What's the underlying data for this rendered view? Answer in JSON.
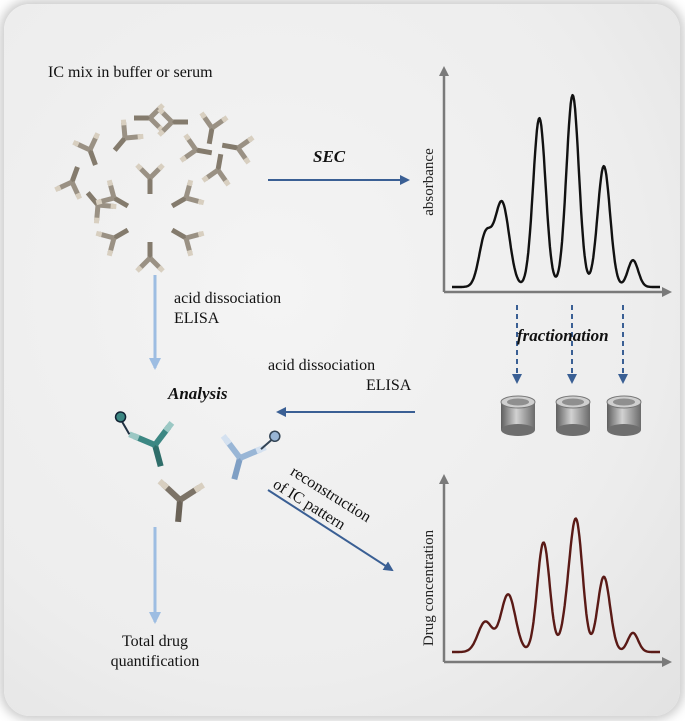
{
  "labels": {
    "ic_mix": "IC mix in buffer or serum",
    "sec": "SEC",
    "acid_dissociation_left": "acid dissociation",
    "elisa_left": "ELISA",
    "fractionation": "fractionation",
    "acid_dissociation_right": "acid dissociation",
    "elisa_right": "ELISA",
    "analysis": "Analysis",
    "reconstruction_line1": "reconstruction",
    "reconstruction_line2": "of IC pattern",
    "total_drug_line1": "Total drug",
    "total_drug_line2": "quantification"
  },
  "chart_data": [
    {
      "type": "line",
      "ylabel": "absorbance",
      "xlabel": "",
      "series_color": "#111111",
      "peaks": [
        {
          "x": 0.16,
          "height": 0.26,
          "width": 0.03
        },
        {
          "x": 0.24,
          "height": 0.44,
          "width": 0.035
        },
        {
          "x": 0.42,
          "height": 0.88,
          "width": 0.03
        },
        {
          "x": 0.58,
          "height": 1.0,
          "width": 0.03
        },
        {
          "x": 0.73,
          "height": 0.63,
          "width": 0.03
        },
        {
          "x": 0.87,
          "height": 0.14,
          "width": 0.025
        }
      ]
    },
    {
      "type": "line",
      "ylabel": "Drug concentration",
      "xlabel": "",
      "series_color": "#5a1a16",
      "peaks": [
        {
          "x": 0.16,
          "height": 0.22,
          "width": 0.035
        },
        {
          "x": 0.27,
          "height": 0.42,
          "width": 0.035
        },
        {
          "x": 0.44,
          "height": 0.8,
          "width": 0.03
        },
        {
          "x": 0.56,
          "height": 0.25,
          "width": 0.03
        },
        {
          "x": 0.6,
          "height": 0.86,
          "width": 0.03
        },
        {
          "x": 0.73,
          "height": 0.55,
          "width": 0.03
        },
        {
          "x": 0.87,
          "height": 0.14,
          "width": 0.025
        }
      ]
    }
  ],
  "icons": [
    "antibody-complex-icon",
    "antibody-icon",
    "fraction-tube-icon"
  ],
  "colors": {
    "arrow_dark": "#3a5f94",
    "arrow_light": "#9dbde2",
    "antibody_gray": "#8b8274",
    "antibody_teal": "#2f6e6a",
    "antibody_blue": "#7f9fc4",
    "tube": "#9c9c9c"
  }
}
